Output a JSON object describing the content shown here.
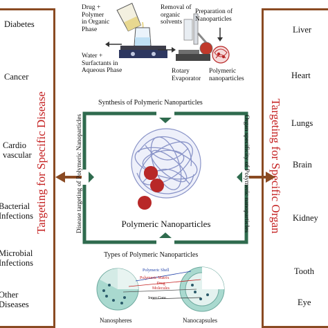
{
  "left_panel": {
    "title": "Targeting for Specific Disease",
    "items": [
      [
        "Diabetes"
      ],
      [
        "Cancer"
      ],
      [
        "Cardio",
        "vascular"
      ],
      [
        "Bacterial",
        "Infections"
      ],
      [
        "Microbial",
        "Infections"
      ],
      [
        "Other",
        "Diseases"
      ]
    ]
  },
  "right_panel": {
    "title": "Targeting for Specific Organ",
    "items": [
      "Liver",
      "Heart",
      "Lungs",
      "Brain",
      "Kidney",
      "Tooth",
      "Eye"
    ]
  },
  "process": {
    "drug_polymer": [
      "Drug +",
      "Polymer",
      "in Organic",
      "Phase"
    ],
    "water_surfactant": [
      "Water +",
      "Surfactants in",
      "Aqueous Phase"
    ],
    "removal": [
      "Removal of",
      "organic",
      "solvents"
    ],
    "preparation": [
      "Preparation of",
      "Nanoparticles"
    ],
    "rotary": [
      "Rotary",
      "Evaporator"
    ],
    "polymeric_np": [
      "Polymeric",
      "nanoparticles"
    ]
  },
  "center": {
    "synthesis": "Synthesis of Polymeric Nanoparticles",
    "left_side": "Disease targeting of Polymeric Nanoparticles",
    "right_side": "Organ specificity of Polymeric nanoparticles",
    "np_label": "Polymeric Nanoparticles",
    "types_title": "Types of Polymeric Nanoparticles"
  },
  "types": {
    "shell": "Polymeric Shell",
    "matrix": "Polymeric Matrix",
    "drug": [
      "Drug",
      "Molecules"
    ],
    "core": "Inner Core",
    "nanospheres": "Nanospheres",
    "nanocapsules": "Nanocapsules"
  },
  "colors": {
    "frame": "#8a4a22",
    "title_red": "#c42020",
    "particle": "#b82828",
    "np_yarn": "#8a94c8",
    "label_blue": "#1f3fa8",
    "label_red": "#c42020"
  }
}
